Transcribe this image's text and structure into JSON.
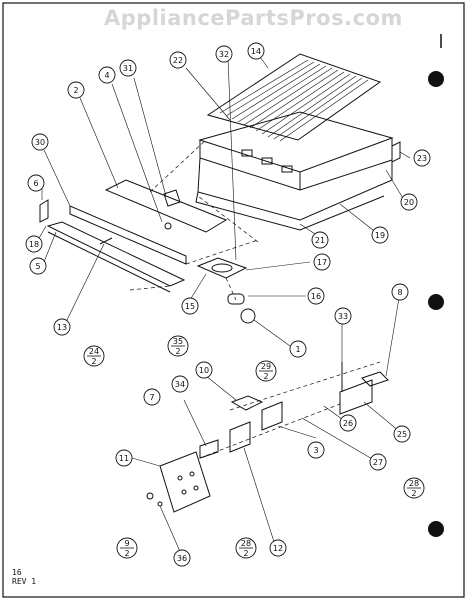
{
  "watermark": "AppliancePartsPros.com",
  "footer": {
    "page": "16",
    "rev": "REV 1"
  },
  "callouts": [
    {
      "label": "2"
    },
    {
      "label": "4"
    },
    {
      "label": "31"
    },
    {
      "label": "22"
    },
    {
      "label": "32"
    },
    {
      "label": "14"
    },
    {
      "label": "30"
    },
    {
      "label": "6"
    },
    {
      "label": "18"
    },
    {
      "label": "5"
    },
    {
      "label": "13"
    },
    {
      "label": "23"
    },
    {
      "label": "20"
    },
    {
      "label": "19"
    },
    {
      "label": "21"
    },
    {
      "label": "17"
    },
    {
      "label": "16"
    },
    {
      "label": "15"
    },
    {
      "label": "1"
    },
    {
      "label": "8"
    },
    {
      "label": "33"
    },
    {
      "label": "10"
    },
    {
      "label": "7"
    },
    {
      "label": "34"
    },
    {
      "label": "25"
    },
    {
      "label": "26"
    },
    {
      "label": "27"
    },
    {
      "label": "3"
    },
    {
      "label": "12"
    },
    {
      "label": "11"
    },
    {
      "label": "36"
    }
  ],
  "fractions": [
    {
      "num": "24",
      "den": "2"
    },
    {
      "num": "35",
      "den": "2"
    },
    {
      "num": "29",
      "den": "2"
    },
    {
      "num": "28",
      "den": "2"
    },
    {
      "num": "28",
      "den": "2"
    },
    {
      "num": "9",
      "den": "2"
    }
  ],
  "colors": {
    "ink": "#111111",
    "watermark": "#d6d6d6",
    "background": "#ffffff"
  }
}
